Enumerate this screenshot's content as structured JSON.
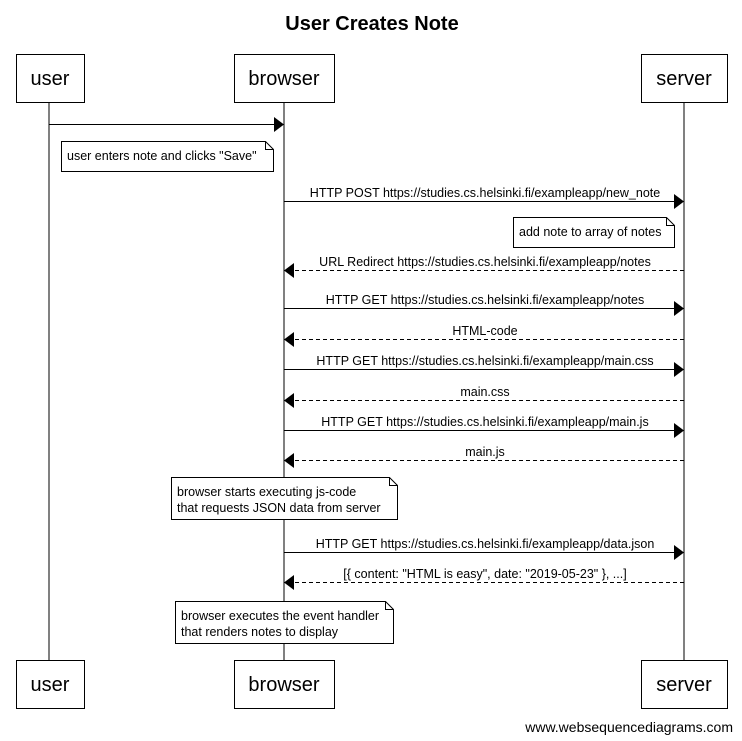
{
  "title": "User Creates Note",
  "footer": "www.websequencediagrams.com",
  "actors": [
    {
      "id": "user",
      "label": "user"
    },
    {
      "id": "browser",
      "label": "browser"
    },
    {
      "id": "server",
      "label": "server"
    }
  ],
  "steps": [
    {
      "kind": "msg",
      "from": "user",
      "to": "browser",
      "style": "solid",
      "label": ""
    },
    {
      "kind": "note",
      "over": "user-browser",
      "lines": [
        "user enters note and clicks \"Save\""
      ]
    },
    {
      "kind": "msg",
      "from": "browser",
      "to": "server",
      "style": "solid",
      "label": "HTTP POST https://studies.cs.helsinki.fi/exampleapp/new_note"
    },
    {
      "kind": "note",
      "over": "server-left",
      "lines": [
        "add note to array of notes"
      ]
    },
    {
      "kind": "msg",
      "from": "server",
      "to": "browser",
      "style": "dashed",
      "label": "URL Redirect https://studies.cs.helsinki.fi/exampleapp/notes"
    },
    {
      "kind": "msg",
      "from": "browser",
      "to": "server",
      "style": "solid",
      "label": "HTTP GET https://studies.cs.helsinki.fi/exampleapp/notes"
    },
    {
      "kind": "msg",
      "from": "server",
      "to": "browser",
      "style": "dashed",
      "label": "HTML-code"
    },
    {
      "kind": "msg",
      "from": "browser",
      "to": "server",
      "style": "solid",
      "label": "HTTP GET https://studies.cs.helsinki.fi/exampleapp/main.css"
    },
    {
      "kind": "msg",
      "from": "server",
      "to": "browser",
      "style": "dashed",
      "label": "main.css"
    },
    {
      "kind": "msg",
      "from": "browser",
      "to": "server",
      "style": "solid",
      "label": "HTTP GET https://studies.cs.helsinki.fi/exampleapp/main.js"
    },
    {
      "kind": "msg",
      "from": "server",
      "to": "browser",
      "style": "dashed",
      "label": "main.js"
    },
    {
      "kind": "note",
      "over": "browser",
      "lines": [
        "browser starts executing js-code",
        "that requests JSON data from server"
      ]
    },
    {
      "kind": "msg",
      "from": "browser",
      "to": "server",
      "style": "solid",
      "label": "HTTP GET https://studies.cs.helsinki.fi/exampleapp/data.json"
    },
    {
      "kind": "msg",
      "from": "server",
      "to": "browser",
      "style": "dashed",
      "label": "[{ content: \"HTML is easy\", date: \"2019-05-23\" }, ...]"
    },
    {
      "kind": "note",
      "over": "browser",
      "lines": [
        "browser executes the event handler",
        "that renders notes to display"
      ]
    }
  ]
}
